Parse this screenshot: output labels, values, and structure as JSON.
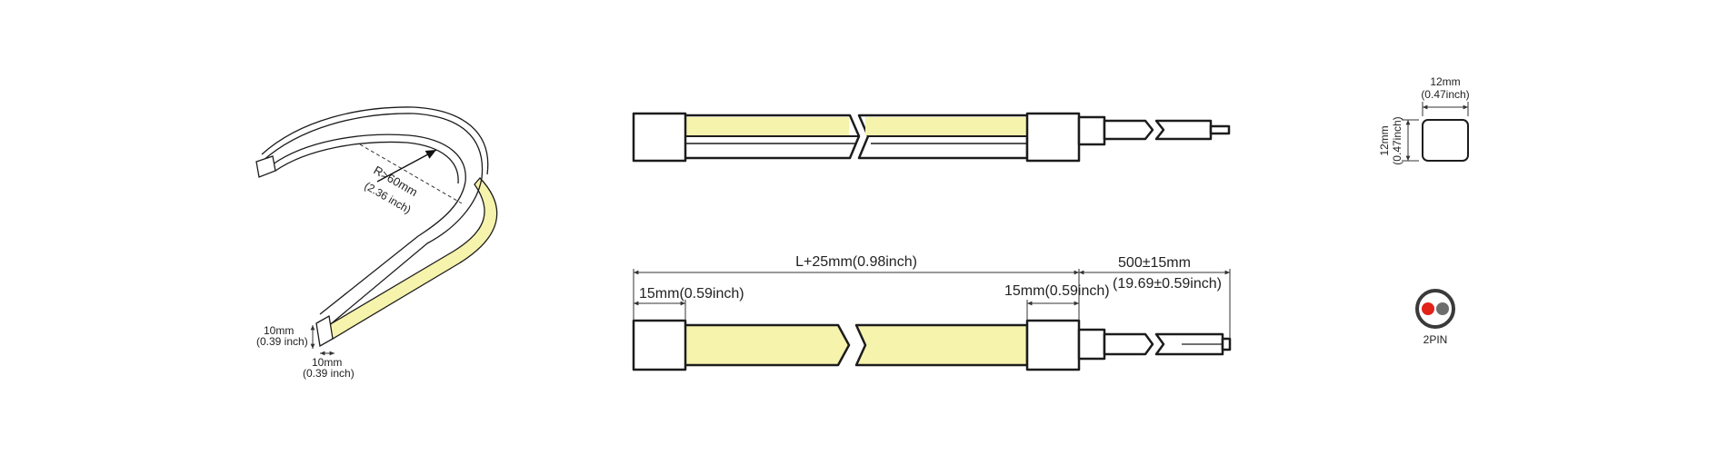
{
  "bend_view": {
    "radius_label": "R>60mm",
    "radius_label_inch": "(2.36 inch)",
    "height_label": "10mm",
    "height_label_inch": "(0.39 inch)",
    "width_label": "10mm",
    "width_label_inch": "(0.39 inch)"
  },
  "top_view": {},
  "side_view": {
    "total_label": "L+25mm(0.98inch)",
    "left_cap_label": "15mm(0.59inch)",
    "right_cap_label": "15mm(0.59inch)",
    "cable_label": "500±15mm",
    "cable_label_inch": "(19.69±0.59inch)"
  },
  "cross_section": {
    "width_label": "12mm",
    "width_label_inch": "(0.47inch)",
    "height_label": "12mm",
    "height_label_inch": "(0.47inch)"
  },
  "connector": {
    "label": "2PIN"
  },
  "colors": {
    "led_fill": "#f6f3ac",
    "outline": "#1c1c1c",
    "pin_red": "#e2231a",
    "pin_gray": "#6d6d6d"
  }
}
